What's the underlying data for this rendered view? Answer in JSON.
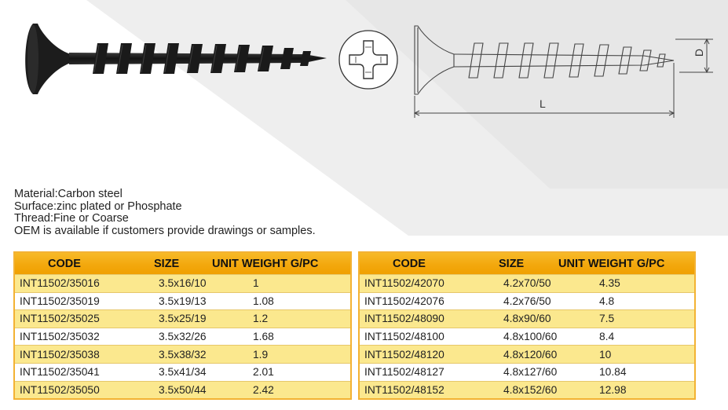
{
  "drawing": {
    "dimension_d": "D",
    "dimension_l": "L"
  },
  "specs": [
    "Material:Carbon steel",
    "Surface:zinc plated or Phosphate",
    "Thread:Fine or Coarse",
    "OEM is available if customers provide drawings or samples."
  ],
  "headers": {
    "code": "CODE",
    "size": "SIZE",
    "weight": "UNIT WEIGHT G/PC"
  },
  "table_left": [
    {
      "code": "INT11502/35016",
      "size": "3.5x16/10",
      "weight": "1"
    },
    {
      "code": "INT11502/35019",
      "size": "3.5x19/13",
      "weight": "1.08"
    },
    {
      "code": "INT11502/35025",
      "size": "3.5x25/19",
      "weight": "1.2"
    },
    {
      "code": "INT11502/35032",
      "size": "3.5x32/26",
      "weight": "1.68"
    },
    {
      "code": "INT11502/35038",
      "size": "3.5x38/32",
      "weight": "1.9"
    },
    {
      "code": "INT11502/35041",
      "size": "3.5x41/34",
      "weight": "2.01"
    },
    {
      "code": "INT11502/35050",
      "size": "3.5x50/44",
      "weight": "2.42"
    }
  ],
  "table_right": [
    {
      "code": "INT11502/42070",
      "size": "4.2x70/50",
      "weight": "4.35"
    },
    {
      "code": "INT11502/42076",
      "size": "4.2x76/50",
      "weight": "4.8"
    },
    {
      "code": "INT11502/48090",
      "size": "4.8x90/60",
      "weight": "7.5"
    },
    {
      "code": "INT11502/48100",
      "size": "4.8x100/60",
      "weight": "8.4"
    },
    {
      "code": "INT11502/48120",
      "size": "4.8x120/60",
      "weight": "10"
    },
    {
      "code": "INT11502/48127",
      "size": "4.8x127/60",
      "weight": "10.84"
    },
    {
      "code": "INT11502/48152",
      "size": "4.8x152/60",
      "weight": "12.98"
    }
  ],
  "colors": {
    "header_gold": "#f3a80e",
    "row_yellow": "#fbe88e",
    "screw_black": "#1c1c1c"
  }
}
